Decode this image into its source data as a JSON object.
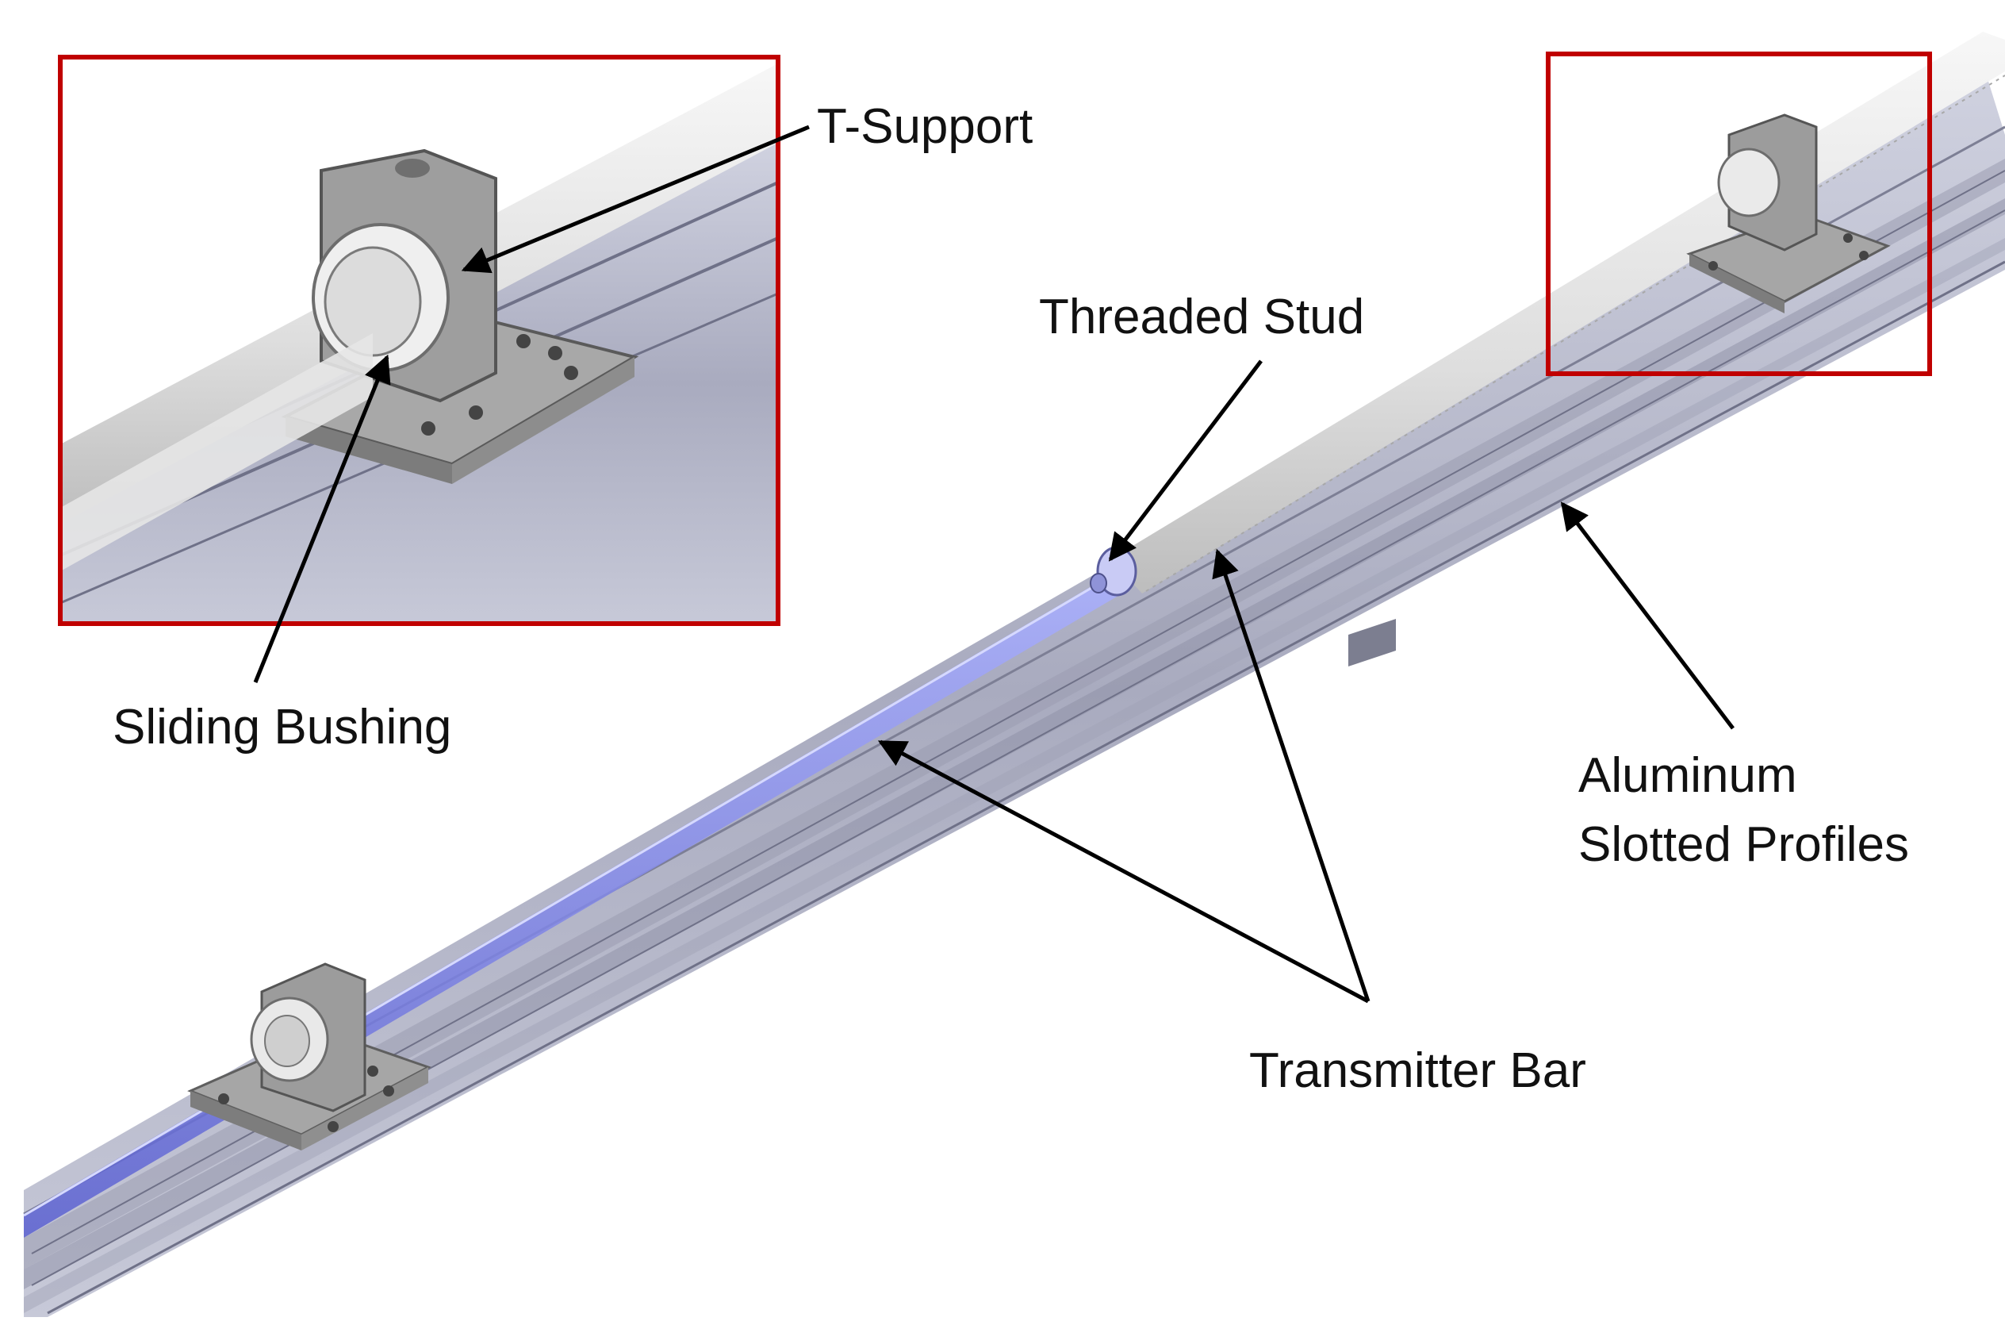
{
  "figure": {
    "labels": {
      "t_support": "T-Support",
      "threaded_stud": "Threaded Stud",
      "sliding_bushing": "Sliding Bushing",
      "aluminum_profiles_line1": "Aluminum",
      "aluminum_profiles_line2": "Slotted Profiles",
      "transmitter_bar": "Transmitter Bar"
    },
    "colors": {
      "detail_frame": "#c00000",
      "profile_rail": "#b7b9cc",
      "profile_rail_dark": "#8e90a6",
      "transmitter_bar_glow": "#7a7fe0",
      "bar_white": "#e8e8e8",
      "support_grey": "#9a9a9a"
    }
  }
}
